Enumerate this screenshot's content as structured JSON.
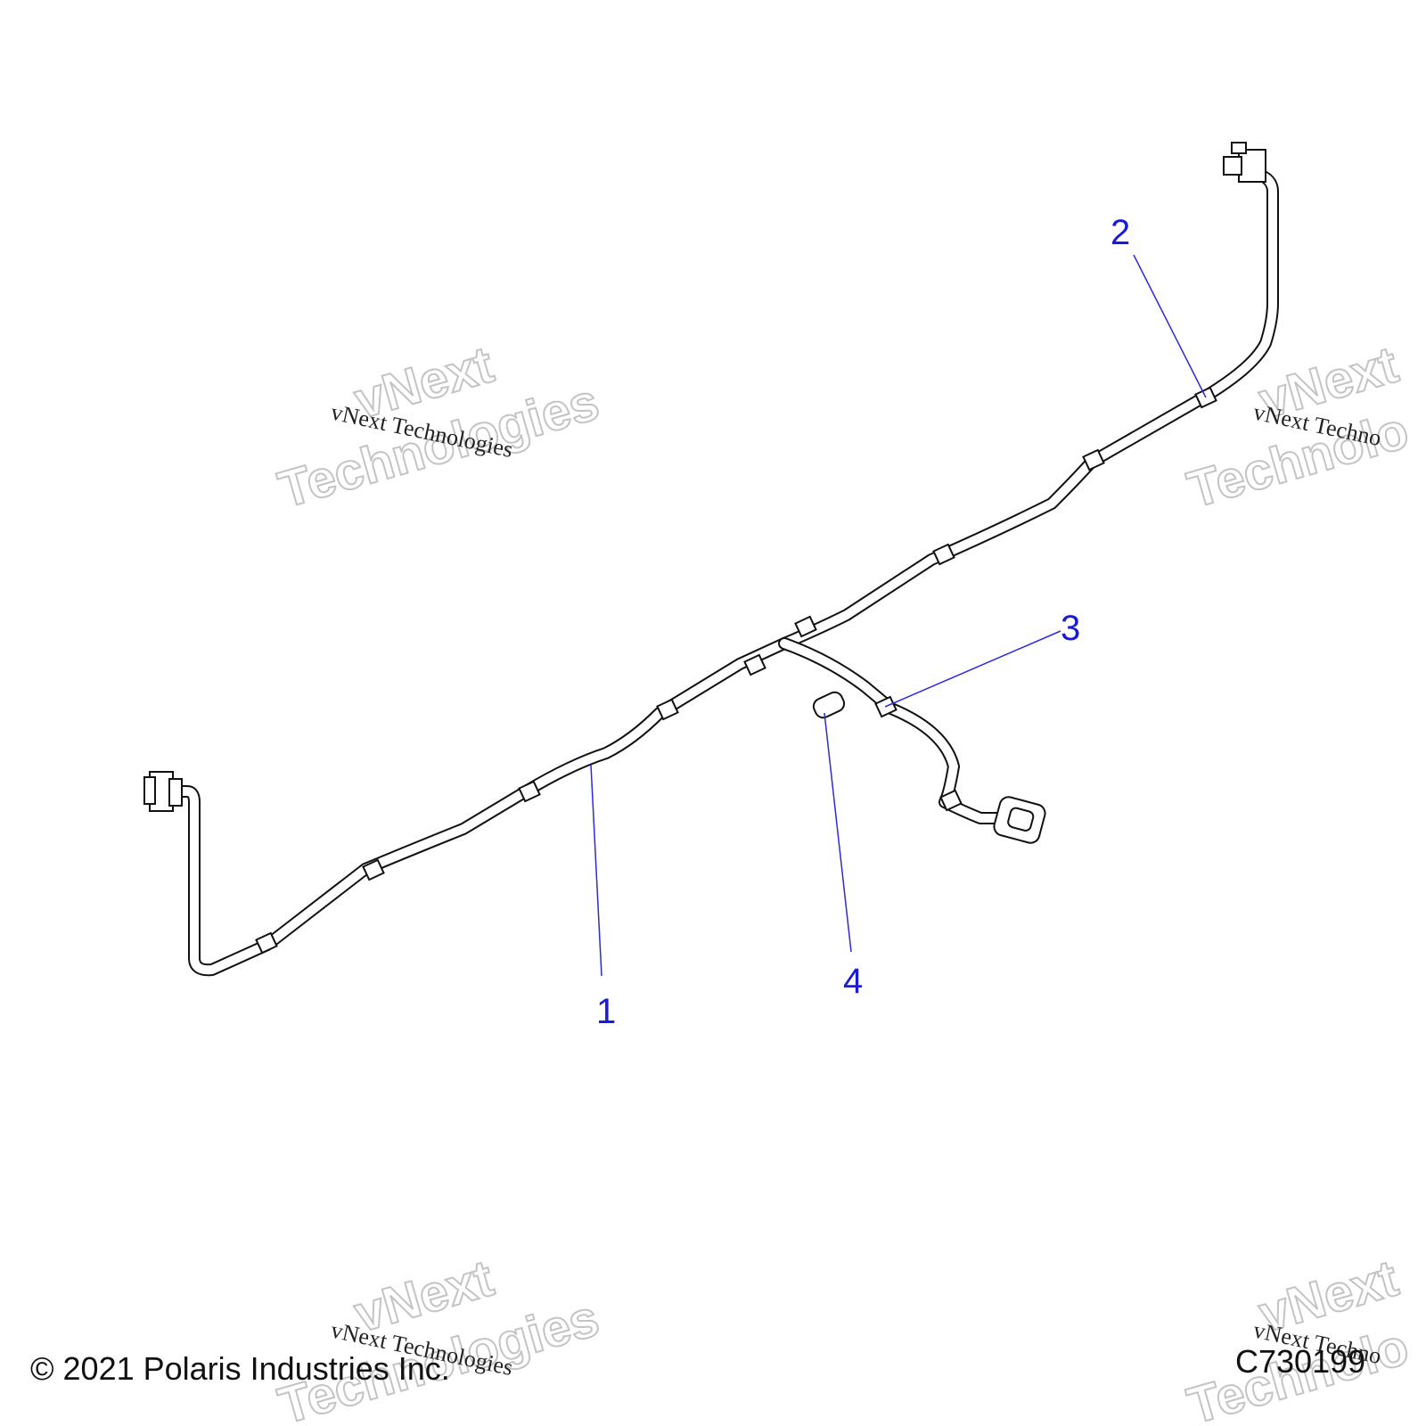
{
  "callouts": {
    "c1": "1",
    "c2": "2",
    "c3": "3",
    "c4": "4"
  },
  "watermark": {
    "line_small": "vNext Technologies",
    "line_big_1": "vNext",
    "line_big_2": "Technologies",
    "line_small_cut": "vNext Techno",
    "line_big_2_cut": "Technolo"
  },
  "footer": {
    "copyright": "© 2021 Polaris Industries Inc.",
    "figure_code": "C730199"
  },
  "colors": {
    "callout": "#1a1adc",
    "line": "#111111",
    "watermark_outline": "#c4c4c4"
  }
}
